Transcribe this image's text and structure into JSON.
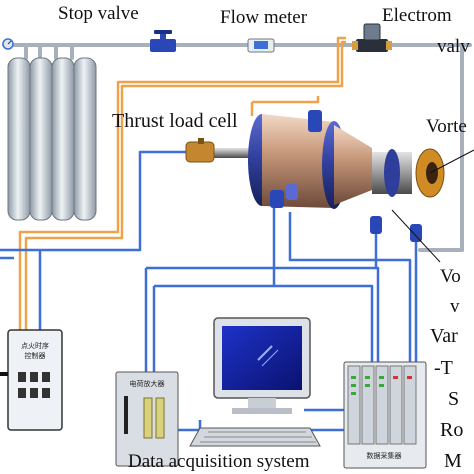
{
  "labels": {
    "stop_valve": "Stop valve",
    "flow_meter": "Flow meter",
    "electromagnetic_valve_line1": "Electrom",
    "electromagnetic_valve_line2": "valv",
    "thrust_load_cell": "Thrust load cell",
    "vortex_right": "Vorte",
    "vortex_lower": "Vo",
    "valve_lower": "v",
    "var": "Var",
    "t_item": "-T",
    "s_item": "S",
    "ro_item": "Ro",
    "m_item": "M",
    "data_acquisition_system": "Data acquisition system"
  },
  "device_text": {
    "ignition_controller_line1": "点火时序",
    "ignition_controller_line2": "控制器",
    "charge_amplifier": "电荷放大器",
    "daq_unit": "数据采集器"
  },
  "colors": {
    "gas_line": "#9aa4b1",
    "signal_line": "#3d6fd6",
    "power_line": "#f0a24a",
    "motor_body": "#c99a7c",
    "motor_flange": "#3646a8",
    "bottle": "#b9c3cc",
    "monitor_screen": "#1324a6"
  }
}
